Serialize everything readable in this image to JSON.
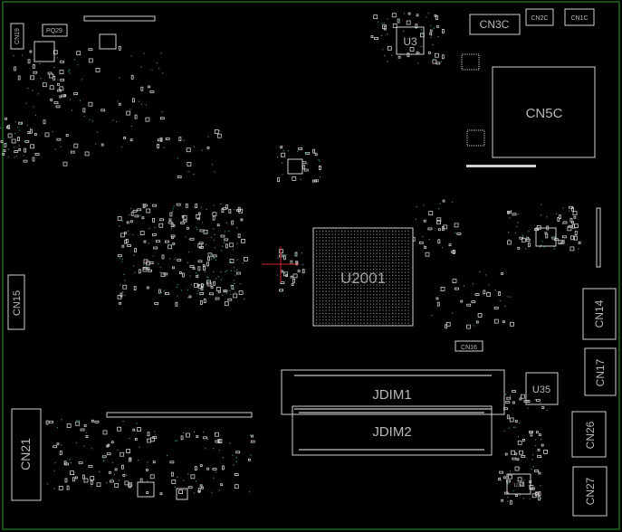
{
  "board": {
    "colors": {
      "background": "#000000",
      "outline": "#1e6b1e",
      "component": "#cfcfcf",
      "pad": "#e6e6e6",
      "via": "#2f8f8f",
      "label": "#b8b8b8",
      "marker": "#d02828"
    },
    "labels": {
      "u3": "U3",
      "cn3c": "CN3C",
      "cn2c": "CN2C",
      "cn1c": "CN1C",
      "cn5c": "CN5C",
      "cn19": "CN19",
      "pq29": "PQ29",
      "u2001": "U2001",
      "cn15": "CN15",
      "cn14": "CN14",
      "cn16": "CN16",
      "cn17": "CN17",
      "u35": "U35",
      "jdim1": "JDIM1",
      "jdim2": "JDIM2",
      "cn26": "CN26",
      "cn21": "CN21",
      "cn27": "CN27",
      "u34": "U34"
    }
  }
}
